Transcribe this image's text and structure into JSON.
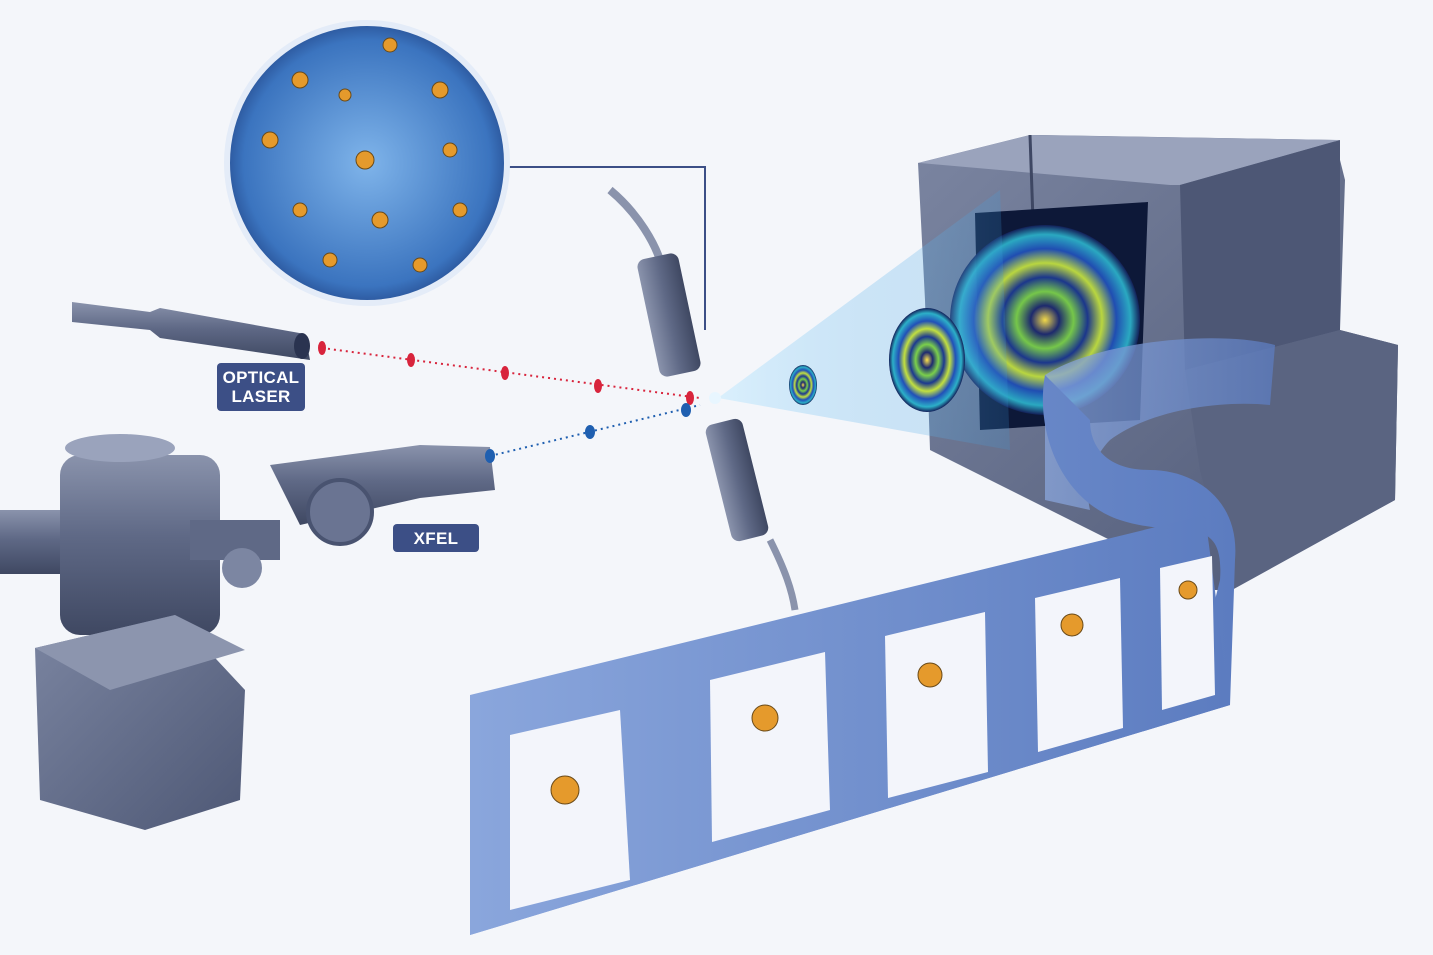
{
  "labels": {
    "optical_laser_line1": "OPTICAL",
    "optical_laser_line2": "LASER",
    "xfel": "XFEL"
  },
  "colors": {
    "background": "#f4f6fa",
    "machine": "#5c6784",
    "label_bg": "#3c4f86",
    "laser_beam": "#d8243c",
    "xfel_beam": "#1f5fb0",
    "film_strip": "#6f8fcb",
    "film_frame": "#f3f5fb",
    "magnifier_fill": "#4a82c8"
  },
  "icons": {
    "optical_laser": "laser-barrel-icon",
    "xfel_source": "xfel-vacuum-pipe-icon",
    "sample_injector": "liquid-jet-nozzle-icon",
    "detector": "x-ray-detector-box-icon",
    "film": "film-strip-icon",
    "molecules": "molecule-cluster-icon"
  },
  "film_frames_count": 5
}
